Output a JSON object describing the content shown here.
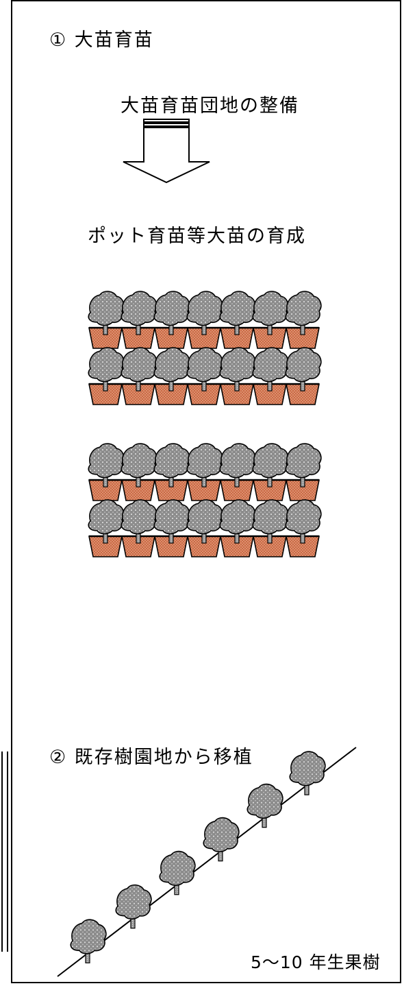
{
  "section1": {
    "heading": "① 大苗育苗"
  },
  "nursery": {
    "label": "大苗育苗団地の整備"
  },
  "pots": {
    "label": "ポット育苗等大苗の育成"
  },
  "section2": {
    "heading": "② 既存樹園地から移植"
  },
  "orchard": {
    "label": "5〜10 年生果樹"
  },
  "colors": {
    "pot": "#c86440",
    "foliage": "#8c8c8c",
    "line": "#000000"
  },
  "icons": {
    "arrow": "down-arrow-icon",
    "tree": "tree-icon",
    "pot": "potted-seedling-icon"
  }
}
